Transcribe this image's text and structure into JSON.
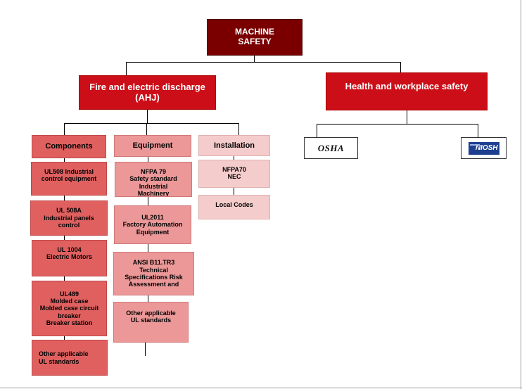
{
  "root": {
    "label": "MACHINE\nSAFETY"
  },
  "branches": {
    "fire": {
      "label": "Fire and electric discharge\n(AHJ)"
    },
    "health": {
      "label": "Health and workplace safety"
    }
  },
  "components": {
    "header": "Components",
    "items": [
      "UL508 Industrial\ncontrol equipment",
      "UL 508A\nIndustrial panels\ncontrol",
      "UL 1004\nElectric Motors",
      "UL489\nMolded case\nMolded case circuit\nbreaker\nBreaker station",
      "Other applicable\nUL standards"
    ]
  },
  "equipment": {
    "header": "Equipment",
    "items": [
      "NFPA 79\nSafety  standard\nIndustrial\nMachinery",
      "UL2011\nFactory Automation\nEquipment",
      "ANSI B11.TR3\nTechnical\nSpecifications Risk\nAssessment  and",
      "Other applicable\nUL standards"
    ]
  },
  "installation": {
    "header": "Installation",
    "items": [
      "NFPA70\nNEC",
      "Local Codes"
    ]
  },
  "agencies": {
    "osha": {
      "label": "OSHA",
      "icon": "osha-logo-icon"
    },
    "niosh": {
      "label": "NIOSH",
      "icon": "niosh-logo-icon"
    }
  },
  "colors": {
    "root": "#7a0000",
    "branch": "#cc0e18",
    "components": "#e06060",
    "equipment": "#ec9898",
    "installation": "#f5cccc"
  }
}
